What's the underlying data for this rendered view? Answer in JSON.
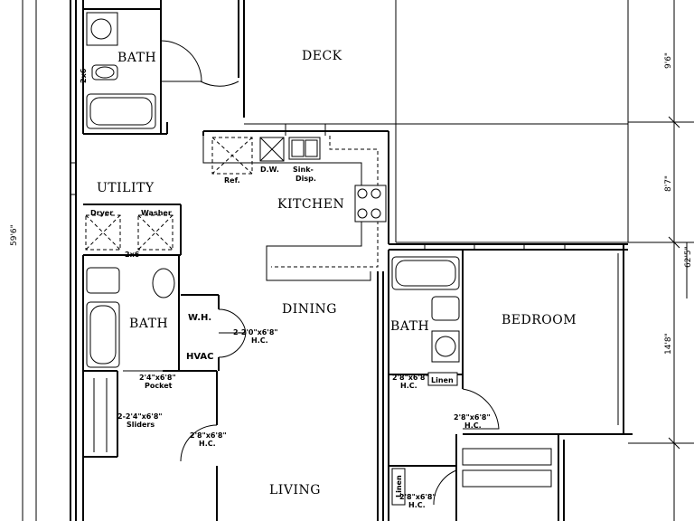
{
  "rooms": {
    "bath_top": "BATH",
    "deck": "DECK",
    "utility": "UTILITY",
    "kitchen": "KITCHEN",
    "dining": "DINING",
    "bath_left": "BATH",
    "bath_right": "BATH",
    "bedroom": "BEDROOM",
    "living": "LIVING"
  },
  "fixtures": {
    "refrigerator": "Ref.",
    "dishwasher": "D.W.",
    "sink_line1": "Sink-",
    "sink_line2": "Disp.",
    "dryer": "Dryer",
    "washer": "Washer",
    "water_heater": "W.H.",
    "hvac": "HVAC",
    "linen_right": "Linen",
    "linen_bottom": "Linen",
    "stud_top": "2x6",
    "stud_utility": "2x6"
  },
  "door_notes": {
    "wh_door_line1": "2-2'0\"x6'8\"",
    "wh_door_line2": "H.C.",
    "pocket_line1": "2'4\"x6'8\"",
    "pocket_line2": "Pocket",
    "sliders_line1": "2-2'4\"x6'8\"",
    "sliders_line2": "Sliders",
    "living_door_line1": "2'8\"x6'8\"",
    "living_door_line2": "H.C.",
    "bath_door_line1": "2'8\"x6'8\"",
    "bath_door_line2": "H.C.",
    "bedroom_door_line1": "2'8\"x6'8\"",
    "bedroom_door_line2": "H.C.",
    "linen_door_line1": "2'8\"x6'8\"",
    "linen_door_line2": "H.C."
  },
  "dimensions": {
    "overall_height": "59'6\"",
    "deck_depth": "9'6\"",
    "kitchen_span": "8'7\"",
    "right_total": "62'5\"",
    "bedroom_depth": "14'8\""
  }
}
